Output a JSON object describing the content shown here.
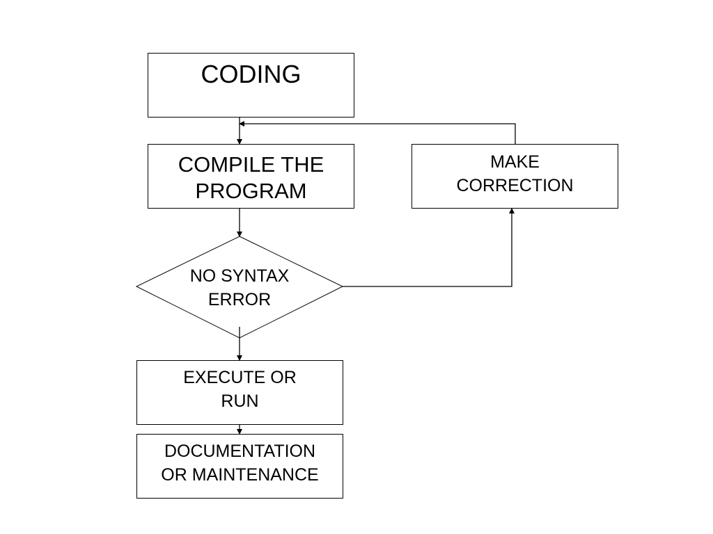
{
  "nodes": {
    "coding": "CODING",
    "compile": "COMPILE THE\nPROGRAM",
    "decision": "NO SYNTAX\nERROR",
    "correction": "MAKE\nCORRECTION",
    "execute": "EXECUTE OR\nRUN",
    "documentation": "DOCUMENTATION\nOR MAINTENANCE"
  },
  "colors": {
    "stroke": "#000000",
    "fill": "#ffffff"
  }
}
